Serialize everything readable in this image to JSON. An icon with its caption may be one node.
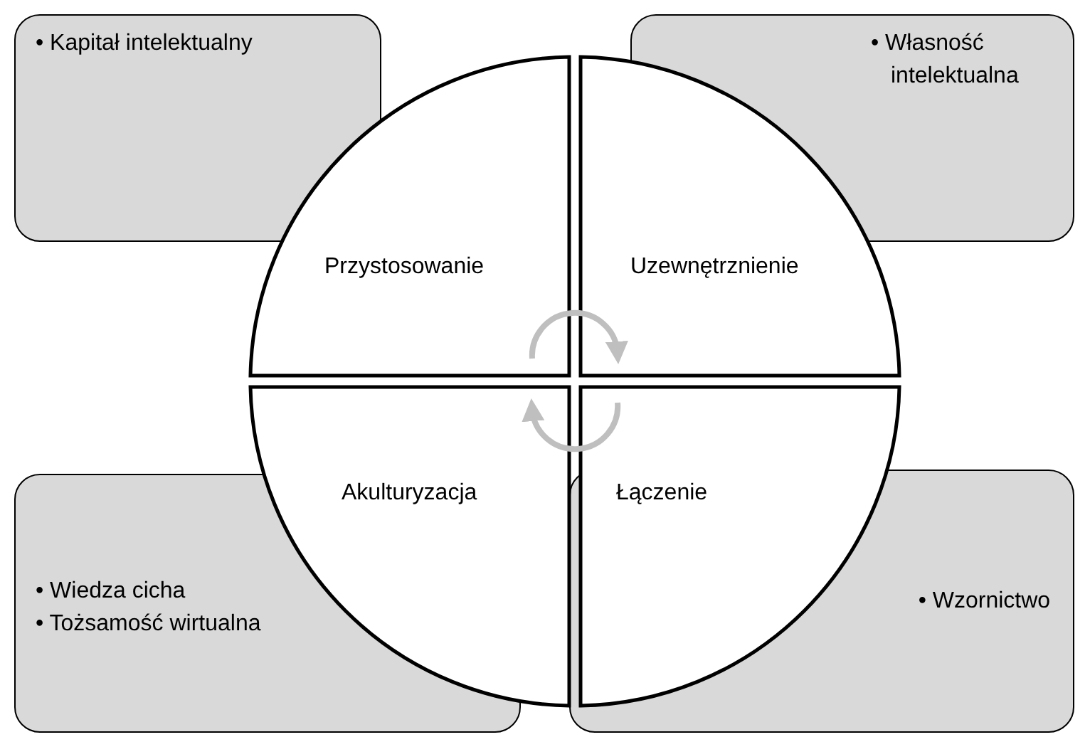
{
  "diagram": {
    "nodes": [
      {
        "text": [
          "• Kapitał intelektualny"
        ]
      },
      {
        "text": [
          "• Własność intelektualna"
        ]
      },
      {
        "text": [
          "• Wiedza cicha",
          "• Tożsamość wirtualna"
        ]
      },
      {
        "text": [
          "• Wzornictwo"
        ]
      },
      {
        "text": [
          "Przystosowanie"
        ]
      },
      {
        "text": [
          "Uzewnętrznienie"
        ]
      },
      {
        "text": [
          "Akulturyzacja"
        ]
      },
      {
        "text": [
          "Łączenie"
        ]
      }
    ],
    "edges": [
      {
        "from": 4,
        "to": 5,
        "arrow": "to",
        "color": "#bfbfbf"
      },
      {
        "from": 7,
        "to": 6,
        "arrow": "to",
        "color": "#bfbfbf"
      }
    ]
  }
}
